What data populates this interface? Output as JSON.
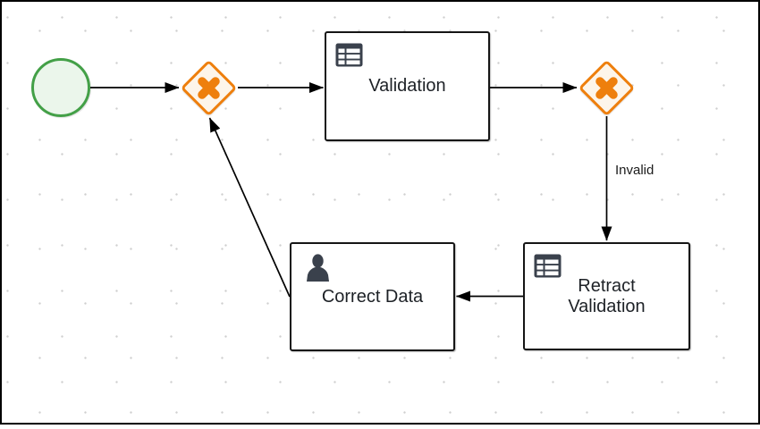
{
  "diagram": {
    "type": "bpmn-process",
    "nodes": {
      "start_event": {
        "type": "start-event"
      },
      "merge_gateway": {
        "type": "exclusive-gateway",
        "marker": "x"
      },
      "validation_task": {
        "type": "business-rule-task",
        "icon": "table-icon",
        "label": "Validation"
      },
      "decision_gateway": {
        "type": "exclusive-gateway",
        "marker": "x"
      },
      "retract_task": {
        "type": "business-rule-task",
        "icon": "table-icon",
        "label": "Retract Validation"
      },
      "correct_task": {
        "type": "user-task",
        "icon": "person-icon",
        "label": "Correct Data"
      }
    },
    "flows": {
      "invalid_label": "Invalid"
    },
    "colors": {
      "start_event_stroke": "#43a047",
      "start_event_fill": "#ebf6eb",
      "gateway_stroke": "#ee7f0d",
      "gateway_fill": "#fdf5ea",
      "task_border": "#151515",
      "task_fill": "#ffffff",
      "icon_color": "#3a414c",
      "flow_color": "#000000",
      "text_color": "#1d2126",
      "grid_dot": "#cfcfcf"
    }
  }
}
